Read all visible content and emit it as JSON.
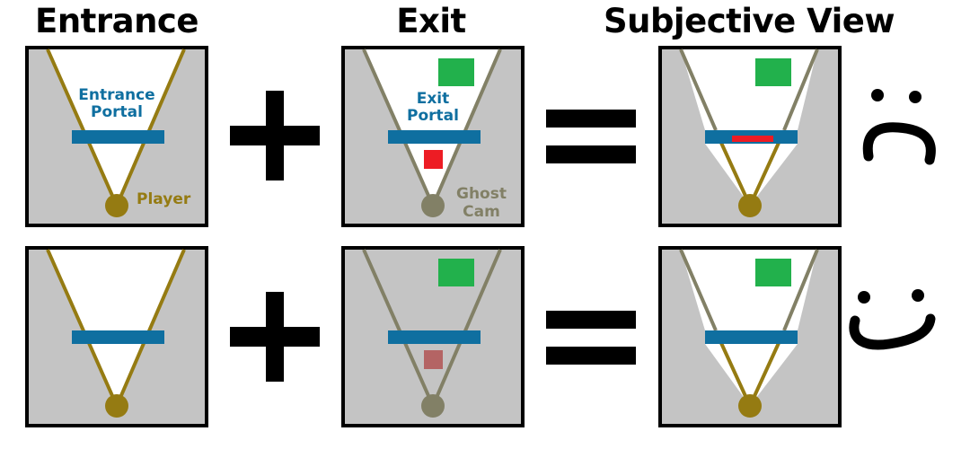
{
  "titles": {
    "entrance": "Entrance",
    "exit": "Exit",
    "subjective": "Subjective View"
  },
  "labels": {
    "entrance_portal": [
      "Entrance",
      "Portal"
    ],
    "exit_portal": [
      "Exit",
      "Portal"
    ],
    "player": "Player",
    "ghost_cam": [
      "Ghost",
      "Cam"
    ]
  },
  "colors": {
    "panel_bg": "#c4c4c4",
    "portal": "#0f6fa0",
    "player": "#957b12",
    "ghost": "#828066",
    "green_box": "#22b14c",
    "red_object": "#ed1c24",
    "ghosted_object": "#b46464",
    "border": "#000000"
  },
  "rows": [
    {
      "outcome": "sad",
      "object_state": "visible-behind-portal"
    },
    {
      "outcome": "happy",
      "object_state": "clipped"
    }
  ]
}
